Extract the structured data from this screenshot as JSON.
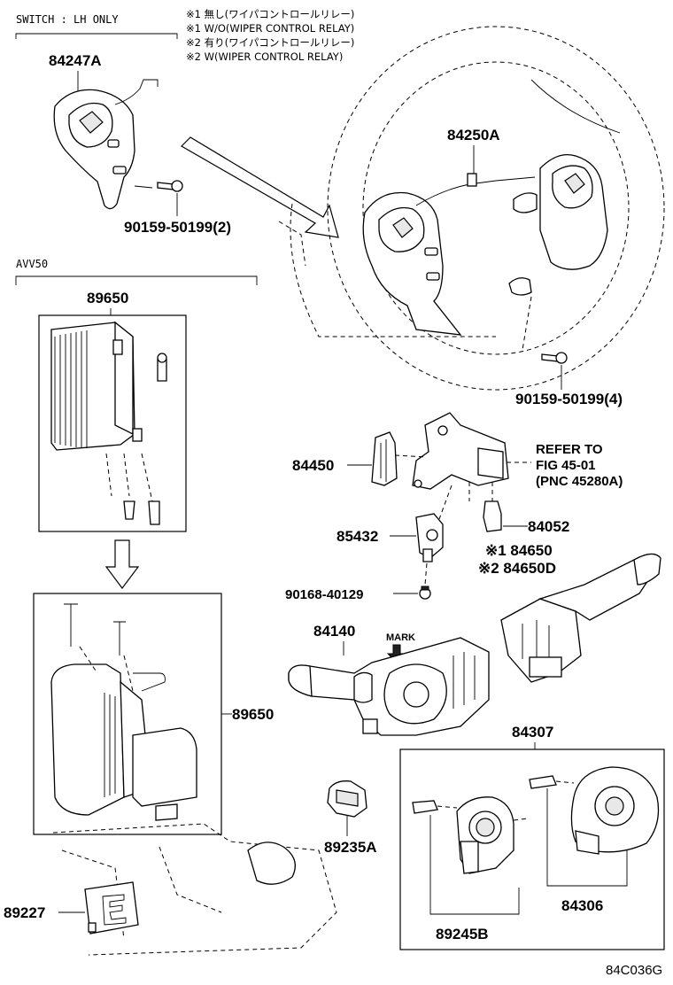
{
  "headers": {
    "switch_note": "SWITCH : LH ONLY",
    "avv_note": "AVV50"
  },
  "notes": [
    "※1 無し(ワイパコントロールリレー)",
    "※1 W/O(WIPER CONTROL RELAY)",
    "※2 有り(ワイパコントロールリレー)",
    "※2 W(WIPER CONTROL RELAY)"
  ],
  "labels": {
    "p84247A": "84247A",
    "p90159_2": "90159-50199(2)",
    "p84250A": "84250A",
    "p90159_4": "90159-50199(4)",
    "p89650_top": "89650",
    "p84450": "84450",
    "refer_1": "REFER TO",
    "refer_2": "FIG 45-01",
    "refer_3": "(PNC 45280A)",
    "p84052": "84052",
    "p85432": "85432",
    "p84650_1": "※1 84650",
    "p84650_2": "※2 84650D",
    "p90168": "90168-40129",
    "p84140": "84140",
    "mark": "MARK",
    "p89650_mid": "89650",
    "p84307": "84307",
    "p89235A": "89235A",
    "p89227": "89227",
    "p89245B": "89245B",
    "p84306": "84306",
    "fig_code": "84C036G"
  }
}
